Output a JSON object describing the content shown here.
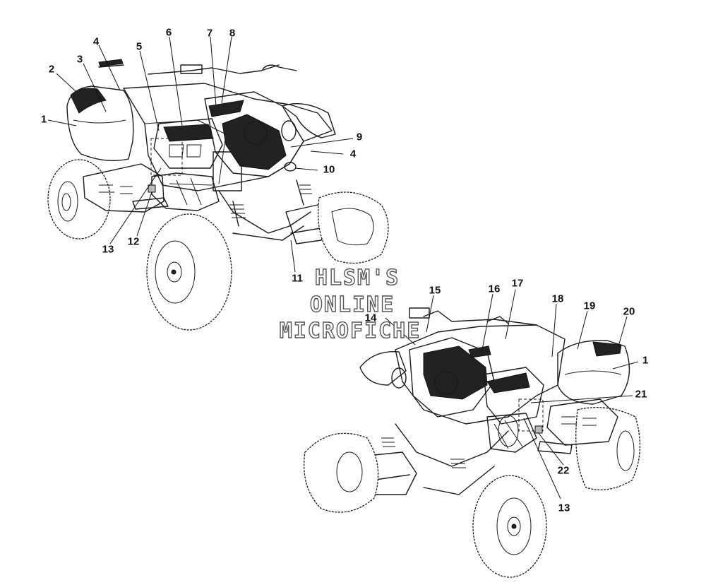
{
  "callouts_upper": [
    "1",
    "2",
    "3",
    "4",
    "5",
    "6",
    "7",
    "8",
    "9",
    "4",
    "10",
    "11",
    "12",
    "13"
  ],
  "callouts_lower": [
    "14",
    "15",
    "16",
    "17",
    "18",
    "19",
    "20",
    "1",
    "21",
    "22",
    "13"
  ],
  "watermark": {
    "line1": "HLSM'S",
    "line2": "ONLINE",
    "line3": "MICROFICHE"
  },
  "colors": {
    "line": "#1a1a1a",
    "decal_fill": "#222222",
    "background": "#ffffff"
  }
}
